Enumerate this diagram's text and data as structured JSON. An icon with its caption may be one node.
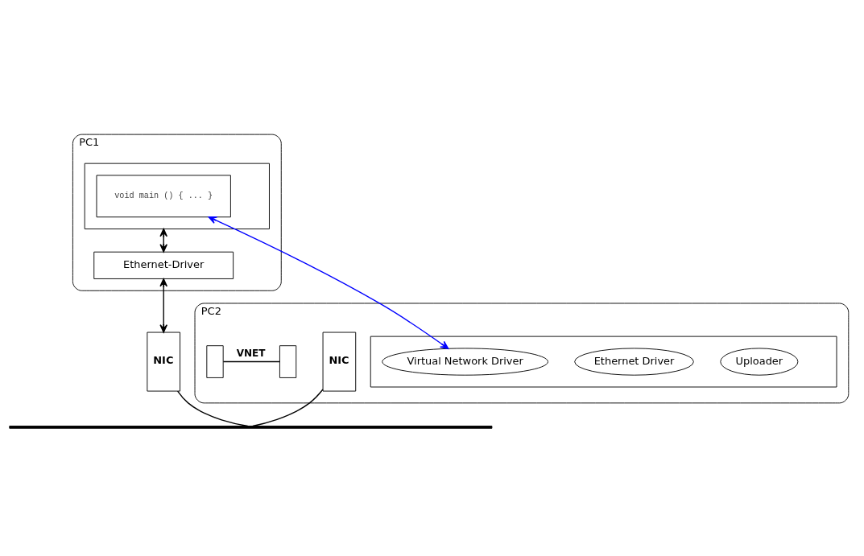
{
  "diagram": {
    "nodes": [
      {
        "text": [
          "PC1"
        ]
      },
      {
        "text": [],
        "shape": "box",
        "in": 0
      },
      {
        "text": [
          "void main () { ... }"
        ],
        "in": 1
      },
      {
        "text": [
          "Ethernet-Driver"
        ],
        "in": 0
      },
      {
        "text": [
          "NIC"
        ]
      },
      {
        "text": [
          "PC2"
        ]
      },
      {
        "text": [],
        "shape": "box",
        "in": 5
      },
      {
        "text": [
          "Uploader"
        ],
        "in": 6
      },
      {
        "text": [
          "Ethernet Driver"
        ],
        "in": 6
      },
      {
        "text": [
          "Virtual Network Driver"
        ],
        "in": 6
      },
      {
        "text": [
          "NIC"
        ],
        "in": 5
      },
      {
        "text": [],
        "shape": "box",
        "in": 5
      },
      {
        "text": [],
        "shape": "box",
        "in": 5
      },
      {
        "text": [],
        "shape": "bar"
      }
    ],
    "edges": [
      {
        "from": 1,
        "to": 3,
        "arrow": "both"
      },
      {
        "from": 3,
        "to": 4,
        "arrow": "both"
      },
      {
        "from": 4,
        "to": 13,
        "arrow": "none"
      },
      {
        "from": 10,
        "to": 13,
        "arrow": "none"
      },
      {
        "from": 11,
        "to": 12,
        "arrow": "none",
        "label": "VNET"
      },
      {
        "from": 2,
        "to": 9,
        "arrow": "both",
        "color": "#0000ff"
      }
    ]
  }
}
